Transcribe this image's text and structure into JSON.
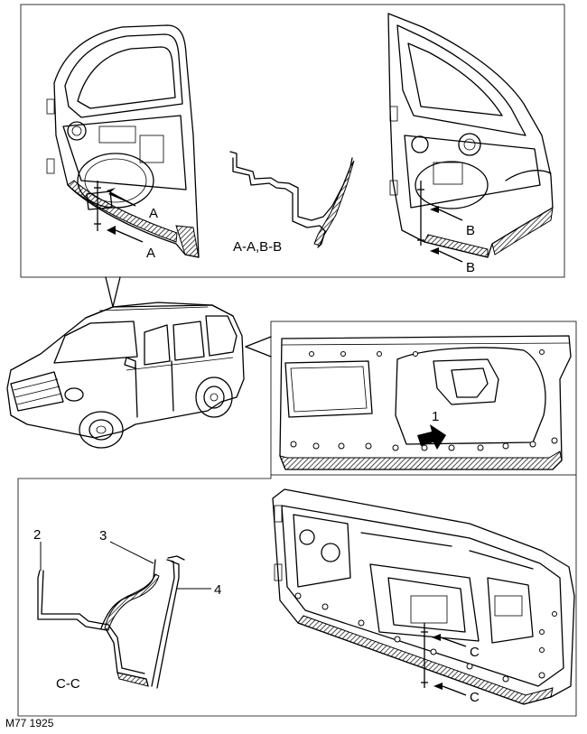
{
  "diagram": {
    "reference_code": "M77 1925",
    "top_panel": {
      "section_label": "A-A,B-B",
      "left_door_markers": [
        "A",
        "A"
      ],
      "right_door_markers": [
        "B",
        "B"
      ]
    },
    "middle_panel": {
      "callout_1": "1"
    },
    "bottom_panel": {
      "section_label": "C-C",
      "callout_2": "2",
      "callout_3": "3",
      "callout_4": "4",
      "door_markers": [
        "C",
        "C"
      ]
    }
  }
}
